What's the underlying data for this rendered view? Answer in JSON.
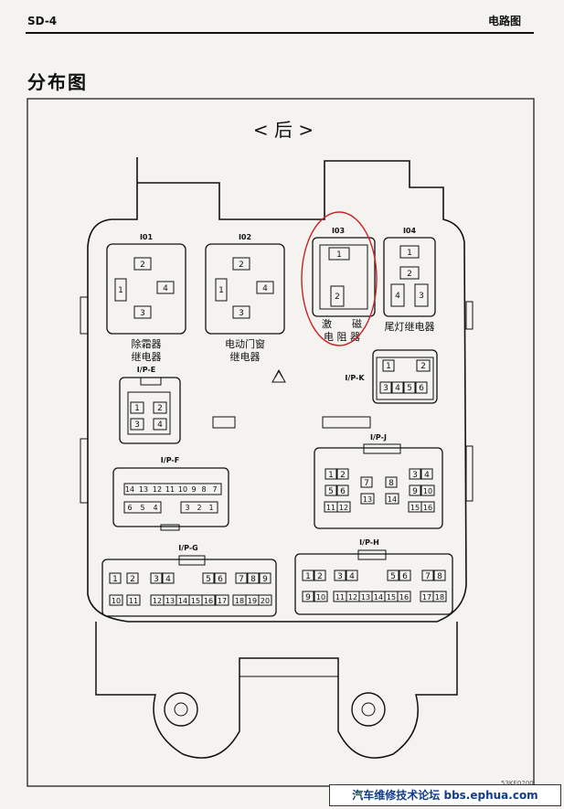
{
  "header": {
    "page_code": "SD-4",
    "section": "电路图"
  },
  "title": "分布图",
  "diagram": {
    "rear_label": "< 后 >",
    "relays": [
      {
        "id": "I01",
        "name_line1": "除霜器",
        "name_line2": "继电器",
        "pins": [
          "2",
          "1",
          "4",
          "3"
        ]
      },
      {
        "id": "I02",
        "name_line1": "电动门窗",
        "name_line2": "继电器",
        "pins": [
          "2",
          "1",
          "4",
          "3"
        ]
      },
      {
        "id": "I03",
        "name_line1": "激　　磁",
        "name_line2": "电 阻 器",
        "pins": [
          "1",
          "2"
        ],
        "highlighted": true
      },
      {
        "id": "I04",
        "name_line1": "尾灯继电器",
        "name_line2": "",
        "pins": [
          "1",
          "2",
          "4",
          "3"
        ]
      }
    ],
    "connectors": {
      "ipe": {
        "label": "I/P-E",
        "pins": [
          "1",
          "2",
          "3",
          "4"
        ]
      },
      "ipk": {
        "label": "I/P-K",
        "pins": [
          "1",
          "2",
          "3",
          "4",
          "5",
          "6"
        ]
      },
      "ipf": {
        "label": "I/P-F",
        "pins": [
          "14",
          "13",
          "12",
          "11",
          "10",
          "9",
          "8",
          "7",
          "6",
          "5",
          "4",
          "3",
          "2",
          "1"
        ]
      },
      "ipj": {
        "label": "I/P-J",
        "pins": [
          "1",
          "2",
          "3",
          "4",
          "7",
          "8",
          "5",
          "6",
          "9",
          "10",
          "13",
          "14",
          "11",
          "12",
          "15",
          "16"
        ]
      },
      "ipg": {
        "label": "I/P-G",
        "pins": [
          "1",
          "2",
          "3",
          "4",
          "5",
          "6",
          "7",
          "8",
          "9",
          "10",
          "11",
          "12",
          "13",
          "14",
          "15",
          "16",
          "17",
          "18",
          "19",
          "20"
        ]
      },
      "iph": {
        "label": "I/P-H",
        "pins": [
          "1",
          "2",
          "3",
          "4",
          "5",
          "6",
          "7",
          "8",
          "9",
          "10",
          "11",
          "12",
          "13",
          "14",
          "15",
          "16",
          "17",
          "18"
        ]
      }
    }
  },
  "footer": {
    "banner": "汽车维修技术论坛 bbs.ephua.com",
    "code": "53KE0200"
  }
}
